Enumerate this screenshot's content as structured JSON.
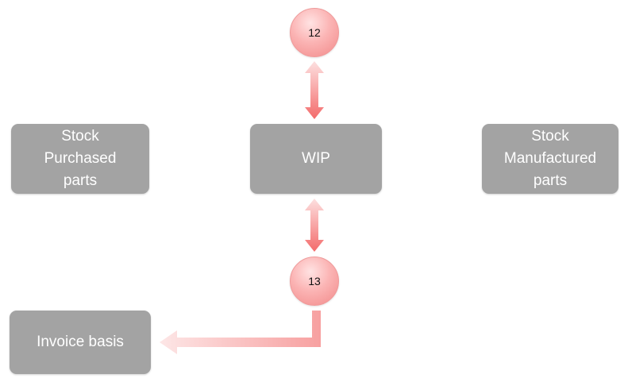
{
  "boxes": {
    "stock_purchased": "Stock\nPurchased\nparts",
    "wip": "WIP",
    "stock_manufactured": "Stock\nManufactured\nparts",
    "invoice_basis": "Invoice basis"
  },
  "nodes": {
    "top": "12",
    "bottom": "13"
  },
  "colors": {
    "box_fill": "#a3a3a3",
    "box_text": "#ffffff",
    "node_fill": "#fbb4b4",
    "arrow_strong": "#f36b6b",
    "arrow_light": "#fde0e0"
  }
}
